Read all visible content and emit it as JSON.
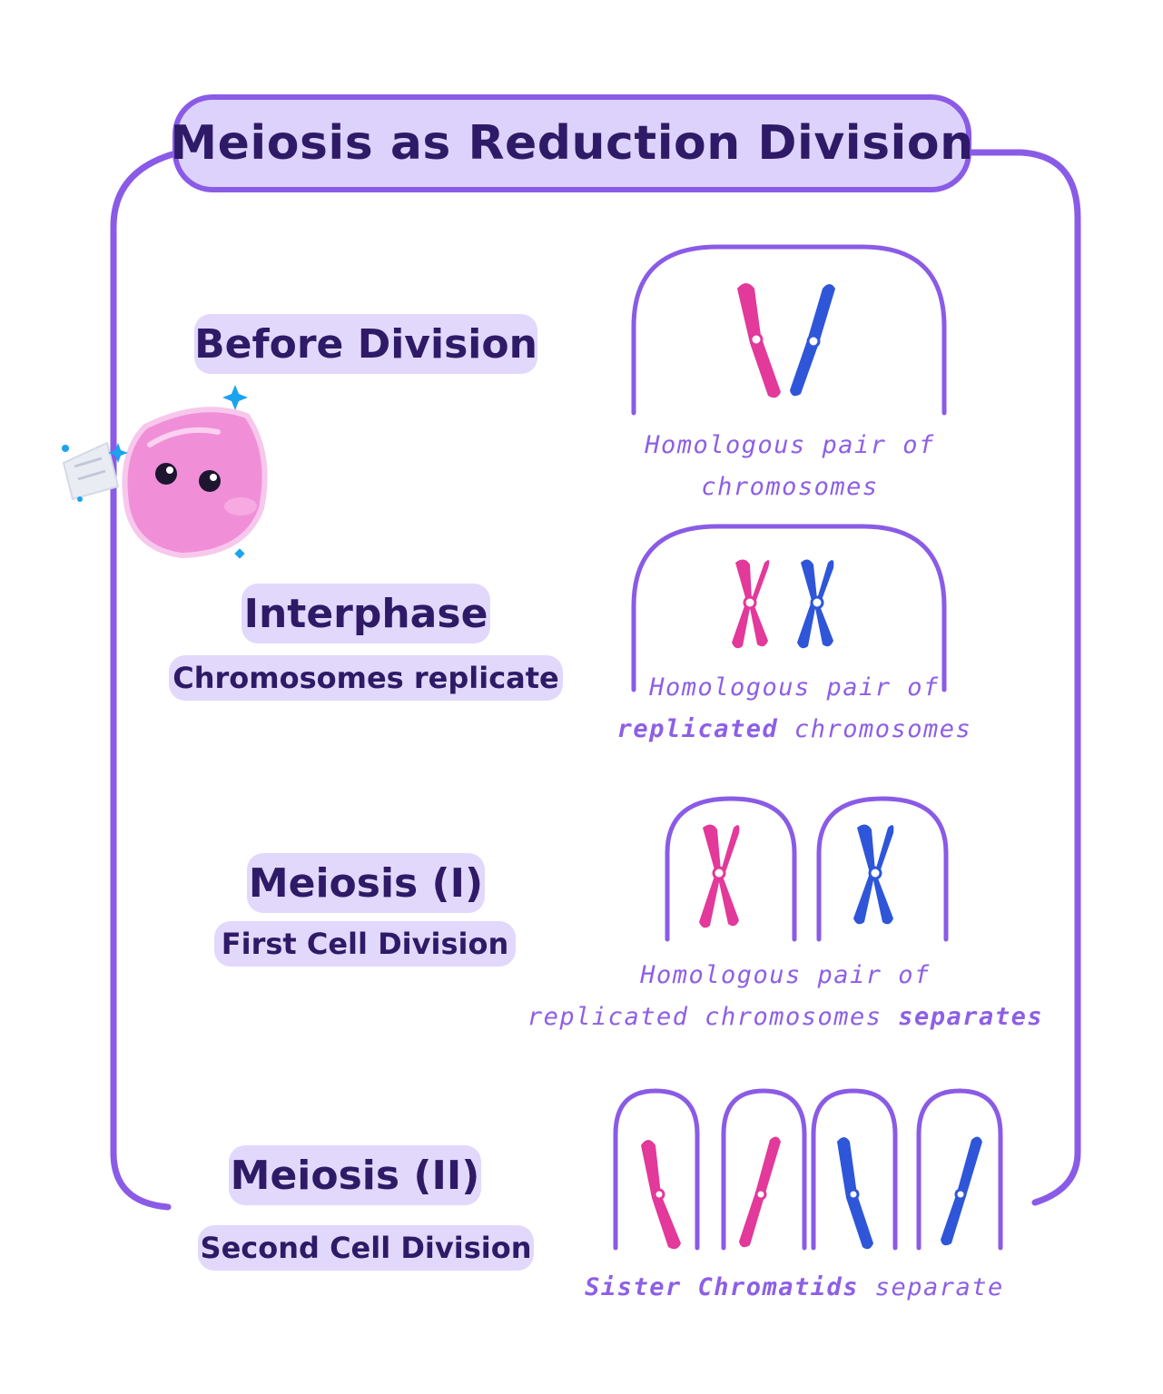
{
  "title": "Meiosis as Reduction Division",
  "colors": {
    "frame": "#8a5be6",
    "title_bg": "#ddd2fb",
    "label_bg": "#e2d8fb",
    "label_text": "#2e1a66",
    "caption_text": "#8d5fe5",
    "chromosome_pink": "#e2399a",
    "chromosome_blue": "#2f56d8",
    "mascot": "#f08fd8"
  },
  "stages": [
    {
      "name": "Before Division",
      "subtitle": "",
      "caption": {
        "line1": "Homologous pair of",
        "line2": "chromosomes"
      }
    },
    {
      "name": "Interphase",
      "subtitle": "Chromosomes replicate",
      "caption": {
        "line1": "Homologous pair of",
        "line2_bold": "replicated",
        "line2_rest": " chromosomes"
      }
    },
    {
      "name": "Meiosis (I)",
      "subtitle": "First Cell Division",
      "caption": {
        "line1": "Homologous pair of",
        "line2_rest": "replicated chromosomes ",
        "line2_bold": "separates"
      }
    },
    {
      "name": "Meiosis (II)",
      "subtitle": "Second Cell Division",
      "caption": {
        "line1_bold": "Sister Chromatids",
        "line1_rest": " separate"
      }
    }
  ],
  "mascot": {
    "icon": "pink-cell-mascot-icon",
    "sparkle_icon": "sparkle-icon",
    "note_icon": "paper-note-icon"
  }
}
